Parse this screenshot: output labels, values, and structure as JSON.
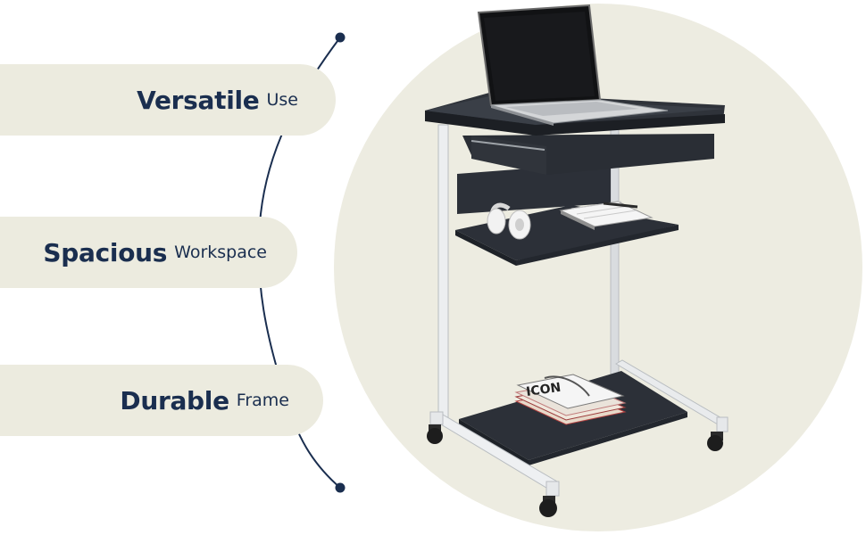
{
  "features": [
    {
      "strong": "Versatile",
      "light": "Use"
    },
    {
      "strong": "Spacious",
      "light": "Workspace"
    },
    {
      "strong": "Durable",
      "light": "Frame"
    }
  ],
  "magazine_cover_text": "ICON",
  "colors": {
    "navy": "#1a2e4f",
    "pill": "#ecebdf",
    "circle": "#edece1",
    "desk": "#2b2f36",
    "frame": "#e6e8ea"
  },
  "icons": [
    "laptop-icon",
    "headphones-icon",
    "notebook-icon",
    "pen-icon",
    "magazine-icon",
    "caster-icon"
  ]
}
